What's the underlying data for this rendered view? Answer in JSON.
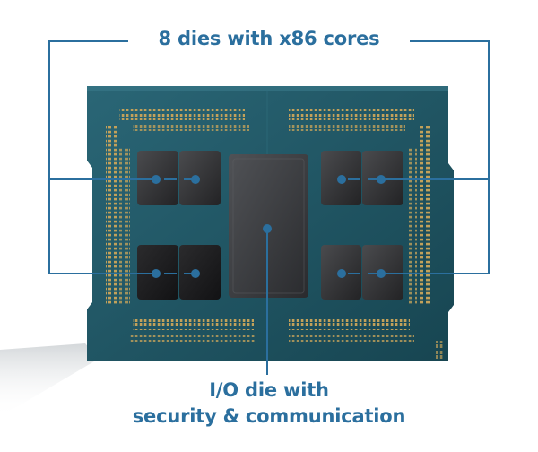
{
  "callouts": {
    "cores_label": "8 dies with x86 cores",
    "io_label_line1": "I/O die with",
    "io_label_line2": "security & communication"
  },
  "colors": {
    "accent": "#2b6f9e",
    "substrate": "#1f5766",
    "die": "#2a2a2c",
    "io_die": "#303236",
    "pad": "#c2a15a",
    "background": "#ffffff"
  }
}
